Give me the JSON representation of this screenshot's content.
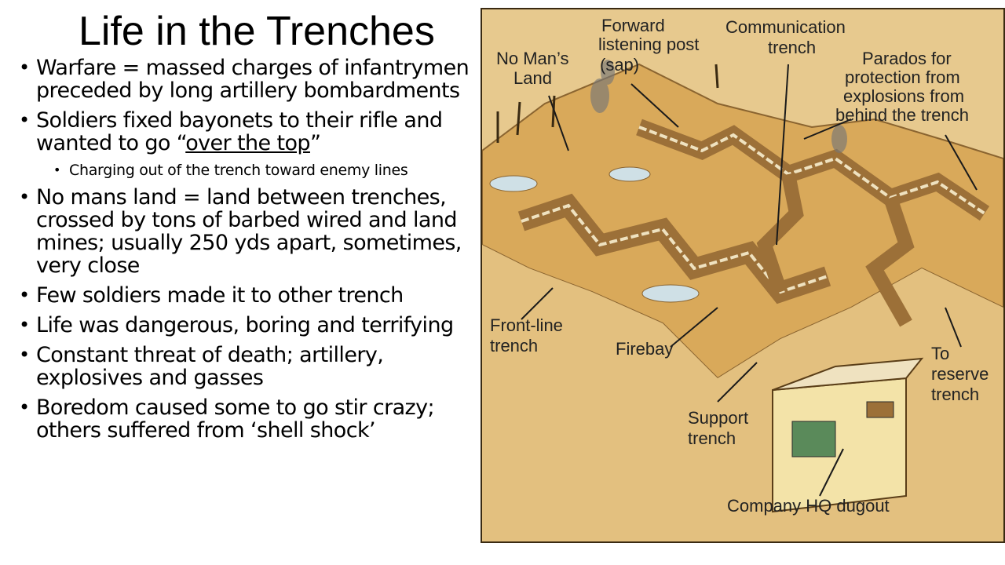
{
  "slide": {
    "title": "Life in the Trenches",
    "bullets": [
      "Warfare = massed charges of infantrymen preceded by long artillery bombardments",
      "No mans land = land between trenches, crossed by tons of barbed wired and land mines; usually 250 yds apart, sometimes, very close",
      "Few soldiers made it to other trench",
      "Life was dangerous, boring and terrifying",
      "Constant threat of death; artillery, explosives and gasses",
      "Boredom caused some to go stir crazy; others suffered from ‘shell shock’"
    ],
    "bayonet_bullet": {
      "before": "Soldiers fixed bayonets to their rifle and wanted to go “",
      "link": "over the top",
      "after": "”"
    },
    "sub_bullet": "Charging out of the trench toward enemy lines"
  },
  "diagram": {
    "labels": {
      "no_mans_land": [
        "No Man’s",
        "Land"
      ],
      "forward_post": [
        "Forward",
        "listening post",
        "(sap)"
      ],
      "communication": [
        "Communication",
        "trench"
      ],
      "parados": [
        "Parados for",
        "protection from",
        "explosions from",
        "behind the trench"
      ],
      "front_line": [
        "Front-line",
        "trench"
      ],
      "firebay": [
        "Firebay"
      ],
      "reserve": [
        "To",
        "reserve",
        "trench"
      ],
      "support": [
        "Support",
        "trench"
      ],
      "hq": [
        "Company HQ dugout"
      ]
    },
    "colors": {
      "ground": "#d9a95a",
      "earth": "#e7c98e",
      "trench_wall": "#9c7038",
      "sandbag": "#efe2c0",
      "water": "#cfe0e6",
      "leader": "#1a1a1a"
    }
  }
}
